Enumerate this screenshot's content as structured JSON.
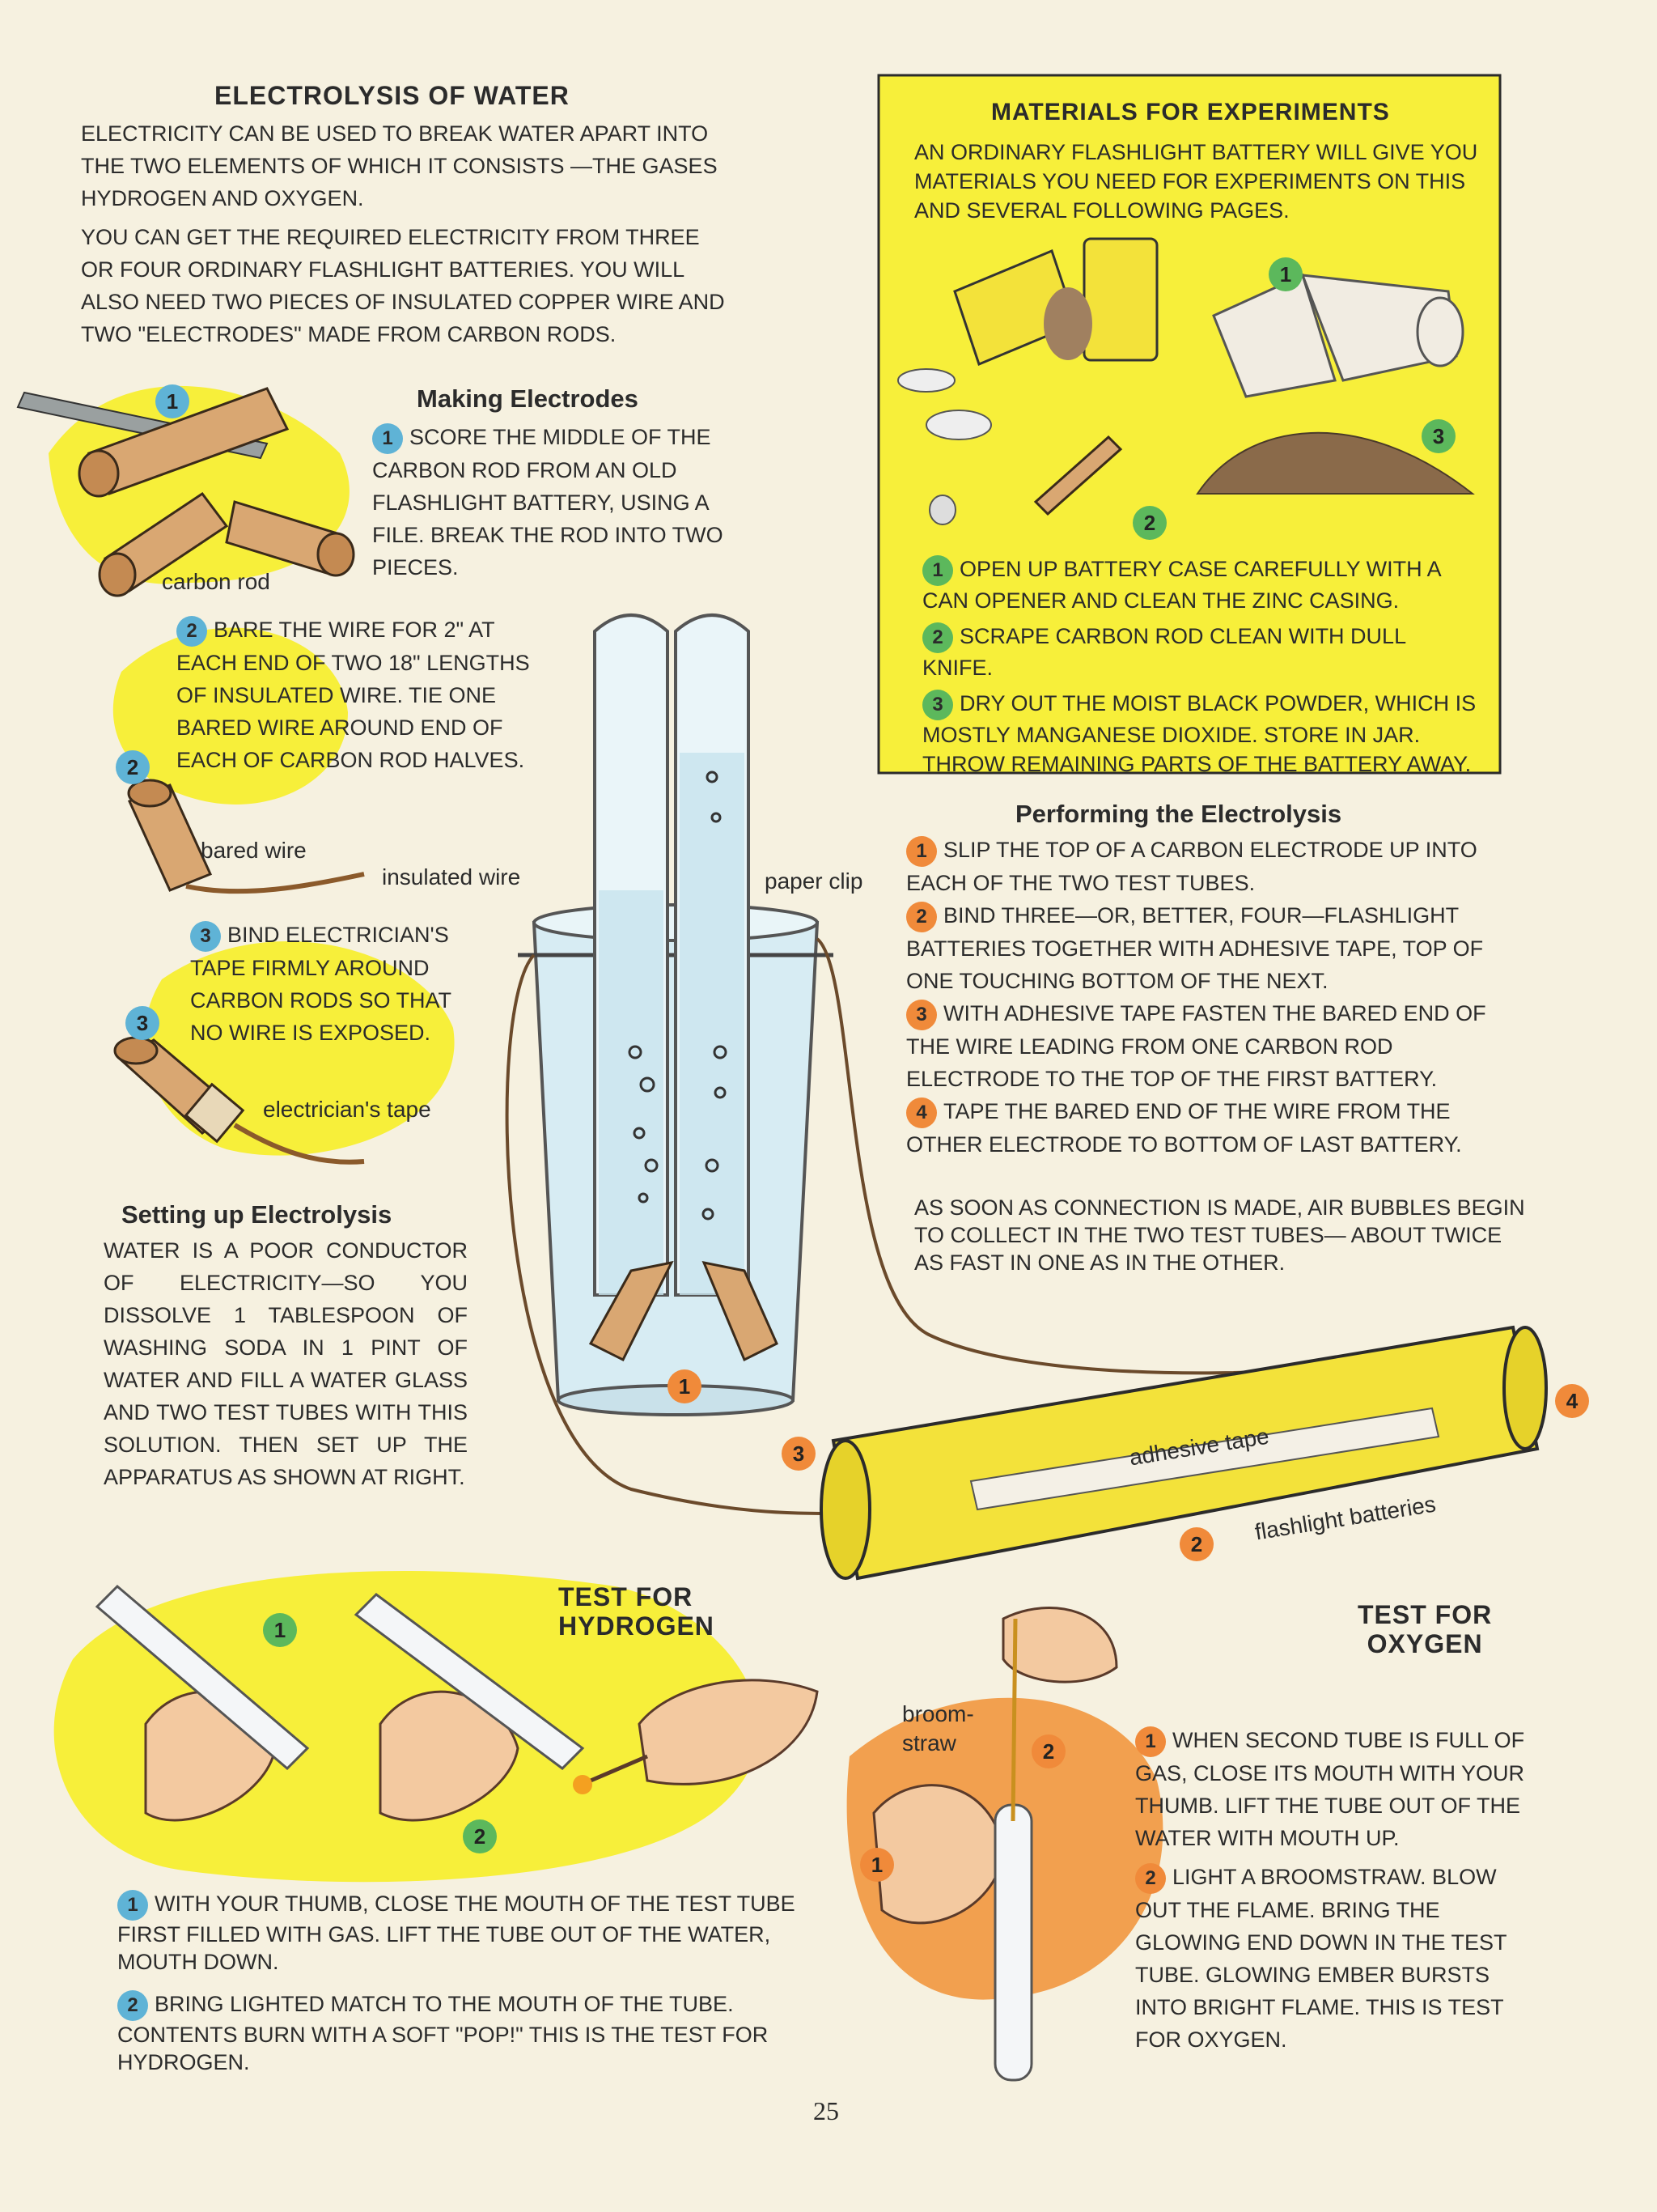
{
  "electrolysis": {
    "title": "ELECTROLYSIS OF WATER",
    "para1": "ELECTRICITY CAN BE USED TO BREAK WATER APART INTO THE TWO ELEMENTS OF WHICH IT CONSISTS —THE GASES HYDROGEN AND OXYGEN.",
    "para2": "YOU CAN GET THE REQUIRED ELECTRICITY FROM THREE OR FOUR ORDINARY FLASHLIGHT BATTERIES. YOU WILL ALSO NEED TWO PIECES OF INSULATED COPPER WIRE AND TWO \"ELECTRODES\" MADE FROM CARBON RODS."
  },
  "making_electrodes": {
    "title": "Making Electrodes",
    "steps": [
      {
        "num": "1",
        "text": "SCORE THE MIDDLE OF THE CARBON ROD FROM AN OLD FLASHLIGHT BATTERY, USING A FILE. BREAK THE ROD INTO TWO PIECES."
      },
      {
        "num": "2",
        "text": "BARE THE WIRE FOR 2\" AT EACH END OF TWO 18\" LENGTHS OF INSULATED WIRE. TIE ONE BARED WIRE AROUND END OF EACH OF CARBON ROD HALVES."
      },
      {
        "num": "3",
        "text": "BIND ELECTRICIAN'S TAPE FIRMLY AROUND CARBON RODS SO THAT NO WIRE IS EXPOSED."
      }
    ],
    "labels": {
      "carbon_rod": "carbon rod",
      "bared_wire": "bared wire",
      "insulated_wire": "insulated wire",
      "electricians_tape": "electrician's tape"
    },
    "badges": [
      "1",
      "2",
      "3"
    ]
  },
  "materials": {
    "title": "MATERIALS FOR EXPERIMENTS",
    "intro": "AN ORDINARY FLASHLIGHT BATTERY WILL GIVE YOU MATERIALS YOU NEED FOR EXPERIMENTS ON THIS AND SEVERAL FOLLOWING PAGES.",
    "steps": [
      {
        "num": "1",
        "text": "OPEN UP BATTERY CASE CAREFULLY WITH A CAN OPENER AND CLEAN THE ZINC CASING."
      },
      {
        "num": "2",
        "text": "SCRAPE CARBON ROD CLEAN WITH DULL KNIFE."
      },
      {
        "num": "3",
        "text": "DRY OUT THE MOIST BLACK POWDER, WHICH IS MOSTLY MANGANESE DIOXIDE. STORE IN JAR. THROW REMAINING PARTS OF THE BATTERY AWAY."
      }
    ],
    "badges": [
      "1",
      "2",
      "3"
    ]
  },
  "performing": {
    "title": "Performing the Electrolysis",
    "steps": [
      {
        "num": "1",
        "text": "SLIP THE TOP OF A CARBON ELECTRODE UP INTO EACH OF THE TWO TEST TUBES."
      },
      {
        "num": "2",
        "text": "BIND THREE—OR, BETTER, FOUR—FLASHLIGHT BATTERIES TOGETHER WITH ADHESIVE TAPE, TOP OF ONE TOUCHING BOTTOM OF THE NEXT."
      },
      {
        "num": "3",
        "text": "WITH ADHESIVE TAPE FASTEN THE BARED END OF THE WIRE LEADING FROM ONE CARBON ROD ELECTRODE TO THE TOP OF THE FIRST BATTERY."
      },
      {
        "num": "4",
        "text": "TAPE THE BARED END OF THE WIRE FROM THE OTHER ELECTRODE TO BOTTOM OF LAST BATTERY."
      }
    ],
    "note": "AS SOON AS CONNECTION IS MADE, AIR BUBBLES BEGIN TO COLLECT IN THE TWO TEST TUBES— ABOUT TWICE AS FAST IN ONE AS IN THE OTHER.",
    "labels": {
      "paper_clip": "paper clip",
      "adhesive_tape": "adhesive tape",
      "flashlight_batteries": "flashlight batteries"
    },
    "badges": [
      "1",
      "2",
      "3",
      "4"
    ]
  },
  "setting_up": {
    "title": "Setting up Electrolysis",
    "text": "WATER IS A POOR CONDUCTOR OF ELECTRICITY—SO YOU DISSOLVE 1 TABLESPOON OF WASHING SODA IN 1 PINT OF WATER AND FILL A WATER GLASS AND TWO TEST TUBES WITH THIS SOLUTION. THEN SET UP THE APPARATUS AS SHOWN AT RIGHT."
  },
  "hydrogen": {
    "title_line1": "TEST FOR",
    "title_line2": "HYDROGEN",
    "steps": [
      {
        "num": "1",
        "text": "WITH YOUR THUMB, CLOSE THE MOUTH OF THE TEST TUBE FIRST FILLED WITH GAS. LIFT THE TUBE OUT OF THE WATER, MOUTH DOWN."
      },
      {
        "num": "2",
        "text": "BRING LIGHTED MATCH TO THE MOUTH OF THE TUBE. CONTENTS BURN WITH A SOFT \"POP!\" THIS IS THE TEST FOR HYDROGEN."
      }
    ],
    "badges": [
      "1",
      "2"
    ]
  },
  "oxygen": {
    "title_line1": "TEST FOR",
    "title_line2": "OXYGEN",
    "steps": [
      {
        "num": "1",
        "text": "WHEN SECOND TUBE IS FULL OF GAS, CLOSE ITS MOUTH WITH YOUR THUMB. LIFT THE TUBE OUT OF THE WATER WITH MOUTH UP."
      },
      {
        "num": "2",
        "text": "LIGHT A BROOMSTRAW. BLOW OUT THE FLAME. BRING THE GLOWING END DOWN IN THE TEST TUBE. GLOWING EMBER BURSTS INTO BRIGHT FLAME. THIS IS TEST FOR OXYGEN."
      }
    ],
    "label_broom_1": "broom-",
    "label_broom_2": "straw",
    "badges": [
      "1",
      "2"
    ]
  },
  "page_number": "25",
  "colors": {
    "yellow": "#f7ef3a",
    "orange": "#f2a04f",
    "blue_badge": "#5fb3d6",
    "orange_badge": "#f08a3a",
    "green_badge": "#5cb85c",
    "page": "#f6f1e0"
  },
  "icons": [
    "file-icon",
    "carbon-rod-icon",
    "test-tube-icon",
    "glass-icon",
    "battery-icon",
    "hand-icon",
    "match-icon"
  ]
}
